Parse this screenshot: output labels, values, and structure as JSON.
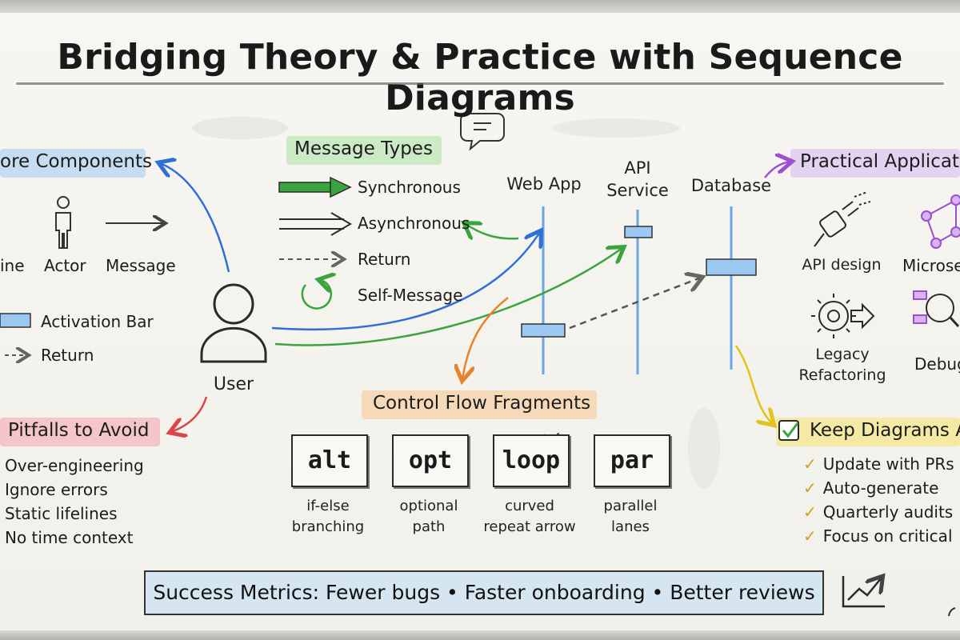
{
  "title": "Bridging Theory & Practice with Sequence Diagrams",
  "core_components": {
    "heading": "ore Components",
    "items": [
      "ine",
      "Actor",
      "Message",
      "Activation Bar",
      "Return"
    ]
  },
  "message_types": {
    "heading": "Message Types",
    "items": [
      "Synchronous",
      "Asynchronous",
      "Return",
      "Self-Message"
    ]
  },
  "participants": {
    "user": "User",
    "web_app": "Web App",
    "api_service": "API\nService",
    "database": "Database"
  },
  "practical_applications": {
    "heading": "Practical Applicati",
    "items": [
      "API design",
      "Microse",
      "Legacy\nRefactoring",
      "Debug"
    ]
  },
  "pitfalls": {
    "heading": "Pitfalls to Avoid",
    "items": [
      "Over-engineering",
      "Ignore errors",
      "Static lifelines",
      "No time context"
    ]
  },
  "control_flow": {
    "heading": "Control Flow Fragments",
    "fragments": [
      {
        "keyword": "alt",
        "desc": "if-else\nbranching"
      },
      {
        "keyword": "opt",
        "desc": "optional\npath"
      },
      {
        "keyword": "loop",
        "desc": "curved\nrepeat arrow"
      },
      {
        "keyword": "par",
        "desc": "parallel\nlanes"
      }
    ]
  },
  "keep_diagrams": {
    "heading": "Keep Diagrams A",
    "items": [
      "Update with PRs",
      "Auto-generate",
      "Quarterly audits",
      "Focus on critical"
    ]
  },
  "metrics": "Success Metrics: Fewer bugs • Faster onboarding • Better reviews",
  "colors": {
    "blue": "#2f6fd6",
    "green": "#3aa53e",
    "orange": "#e8832a",
    "red": "#d9474a",
    "purple": "#9b4fd1",
    "yellow": "#e3c21c",
    "hl_blue": "#9cc9f2",
    "hl_green": "#a8e0a3",
    "hl_orange": "#f6c48e",
    "hl_red": "#f4a3ad",
    "hl_purple": "#d7b4f0",
    "hl_yellow": "#f6e46a"
  },
  "icons": [
    "chat-bubble-icon",
    "actor-stick-figure-icon",
    "user-avatar-icon",
    "plug-icon",
    "network-icon",
    "gear-refactor-icon",
    "magnifier-debug-icon",
    "trend-chart-icon",
    "checkbox-icon"
  ]
}
